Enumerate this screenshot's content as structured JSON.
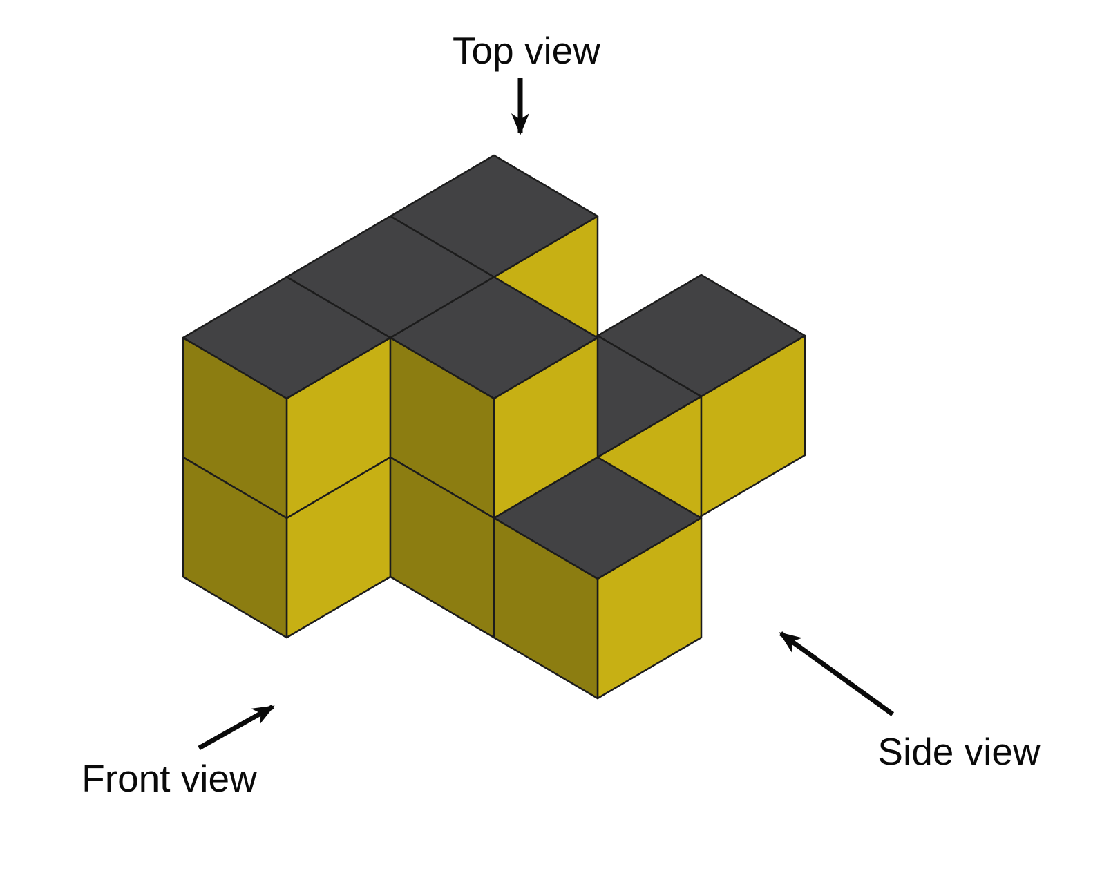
{
  "labels": {
    "top_view": "Top view",
    "front_view": "Front view",
    "side_view": "Side view"
  },
  "colors": {
    "background": "#ffffff",
    "face_top": "#424244",
    "face_right": "#c7b014",
    "face_left": "#8c7d11",
    "edge": "#1c1c1c",
    "arrow": "#0a0a0a",
    "text": "#0a0a0a"
  },
  "figure": {
    "type": "isometric-cube-stack",
    "projection": "isometric",
    "stories_tall": 2,
    "visible_face_counts": {
      "top_dark": 7,
      "right_bright_yellow": 7,
      "left_dark_yellow": 5
    },
    "cube_layout_note": "L-shaped top slab of 4 cubes (3 back-row + 1 front) resting on a 2-deep base; a single-story step cube protrudes at the front-right and a detached-looking single-story cube block sits at the far right; a 1-cube-deep notch (pit) is visible between them.",
    "view_directions": {
      "top": "arrow points straight down onto the dark upper faces",
      "front": "arrow points up-right at the dark-yellow left-facing faces",
      "side": "arrow points up-left at the bright-yellow right-facing faces"
    }
  }
}
